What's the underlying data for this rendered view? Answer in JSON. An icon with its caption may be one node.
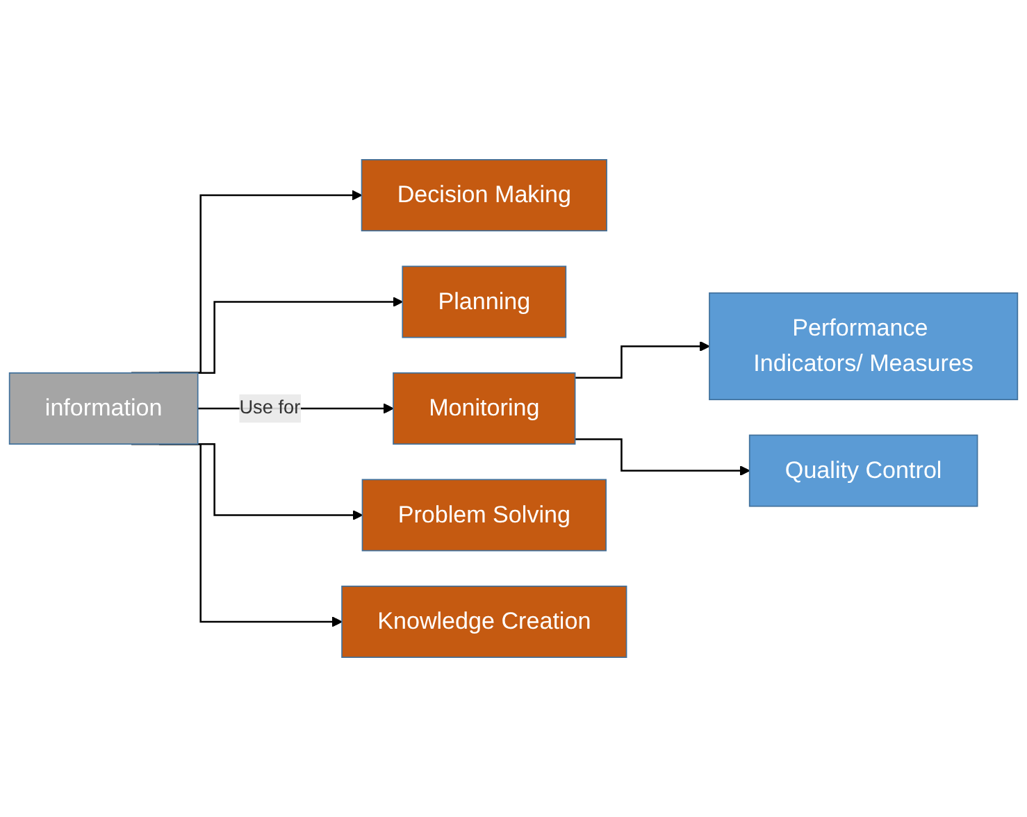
{
  "diagram": {
    "nodes": [
      {
        "text": [
          "information"
        ]
      },
      {
        "text": [
          "Decision Making"
        ]
      },
      {
        "text": [
          "Planning"
        ]
      },
      {
        "text": [
          "Monitoring"
        ]
      },
      {
        "text": [
          "Problem Solving"
        ]
      },
      {
        "text": [
          "Knowledge Creation"
        ]
      },
      {
        "text": [
          "Performance Indicators/ Measures"
        ]
      },
      {
        "text": [
          "Quality Control"
        ]
      }
    ],
    "edges": [
      {
        "from": 0,
        "to": 1,
        "arrow": "to"
      },
      {
        "from": 0,
        "to": 2,
        "arrow": "to"
      },
      {
        "from": 0,
        "to": 3,
        "arrow": "to",
        "label": "Use for"
      },
      {
        "from": 0,
        "to": 4,
        "arrow": "to"
      },
      {
        "from": 0,
        "to": 5,
        "arrow": "to"
      },
      {
        "from": 3,
        "to": 6,
        "arrow": "to"
      },
      {
        "from": 3,
        "to": 7,
        "arrow": "to"
      }
    ]
  }
}
